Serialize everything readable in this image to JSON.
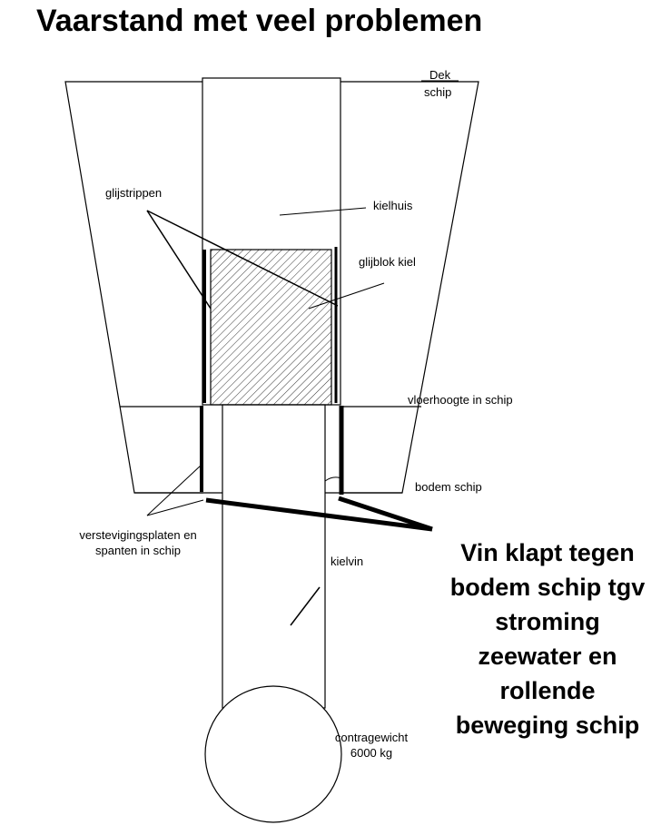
{
  "title": "Vaarstand met veel problemen",
  "labels": {
    "deck_line1": "Dek",
    "deck_line2": "schip",
    "glijstrippen": "glijstrippen",
    "kielhuis": "kielhuis",
    "glijblok": "glijblok kiel",
    "vloerhoogte": "vloerhoogte in schip",
    "bodem": "bodem schip",
    "versteviging_line1": "verstevigingsplaten en",
    "versteviging_line2": "spanten in schip",
    "kielvin": "kielvin",
    "contragewicht_line1": "contragewicht",
    "contragewicht_line2": "6000 kg"
  },
  "callout": [
    "Vin klapt tegen",
    "bodem schip tgv",
    "stroming",
    "zeewater en",
    "rollende",
    "beweging schip"
  ]
}
